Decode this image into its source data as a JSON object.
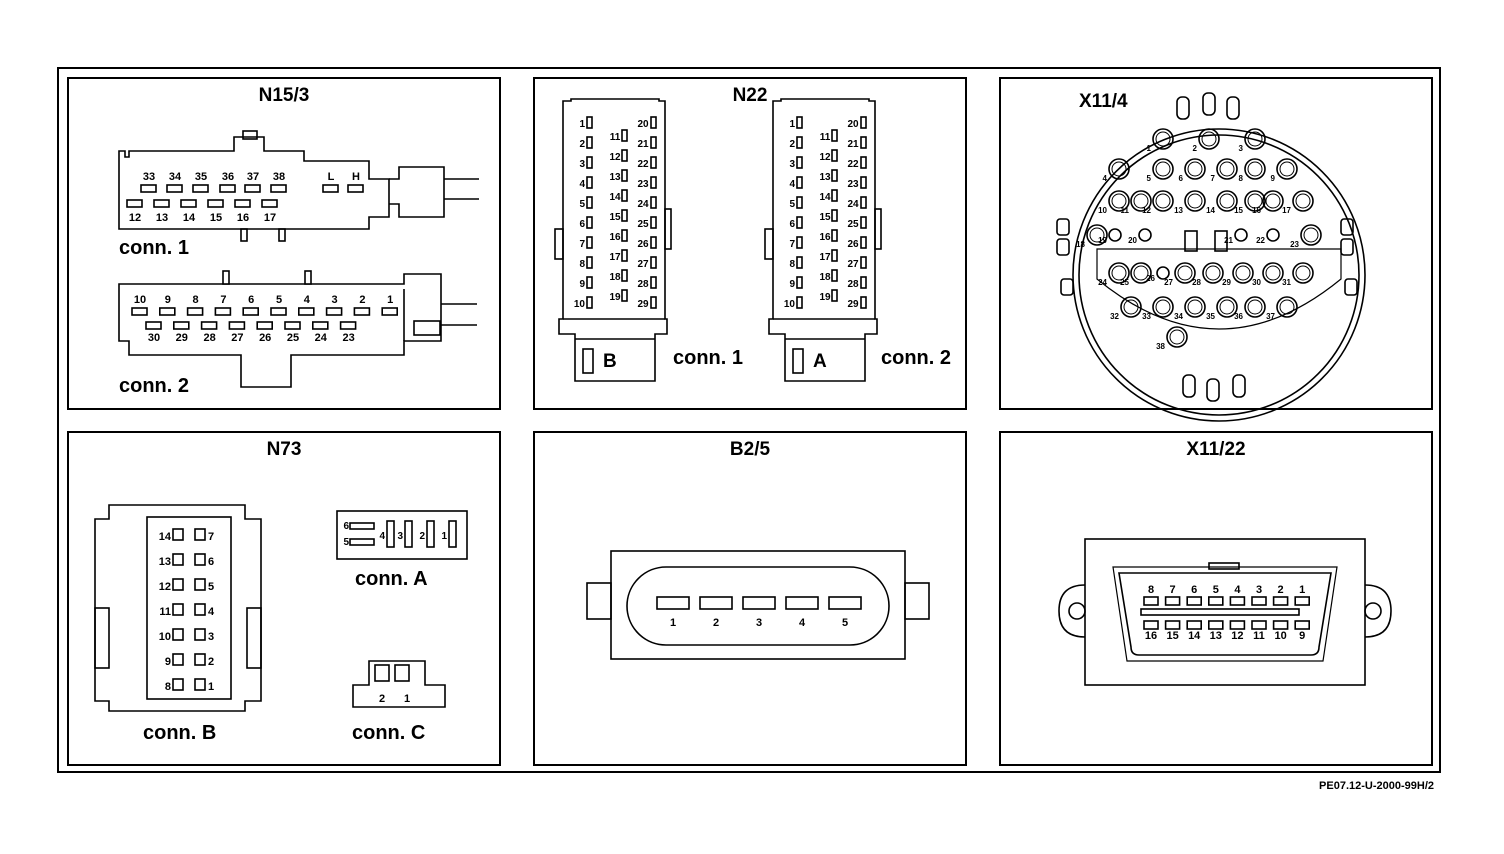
{
  "document_code": "PE07.12-U-2000-99H/2",
  "panels": {
    "n15_3": {
      "title": "N15/3",
      "conn1_label": "conn. 1",
      "conn2_label": "conn. 2",
      "conn1_top_pins": [
        "33",
        "34",
        "35",
        "36",
        "37",
        "38",
        "L",
        "H"
      ],
      "conn1_bottom_pins": [
        "12",
        "13",
        "14",
        "15",
        "16",
        "17"
      ],
      "conn2_top_pins": [
        "10",
        "9",
        "8",
        "7",
        "6",
        "5",
        "4",
        "3",
        "2",
        "1"
      ],
      "conn2_bottom_pins": [
        "30",
        "29",
        "28",
        "27",
        "26",
        "25",
        "24",
        "23"
      ]
    },
    "n22": {
      "title": "N22",
      "conn1_label": "conn. 1",
      "conn2_label": "conn. 2",
      "conn1_key": "B",
      "conn2_key": "A",
      "col1": [
        "1",
        "2",
        "3",
        "4",
        "5",
        "6",
        "7",
        "8",
        "9",
        "10"
      ],
      "col2": [
        "11",
        "12",
        "13",
        "14",
        "15",
        "16",
        "17",
        "18",
        "19"
      ],
      "col3": [
        "20",
        "21",
        "22",
        "23",
        "24",
        "25",
        "26",
        "27",
        "28",
        "29"
      ]
    },
    "x11_4": {
      "title": "X11/4",
      "pins": [
        "1",
        "2",
        "3",
        "4",
        "5",
        "6",
        "7",
        "8",
        "9",
        "10",
        "11",
        "12",
        "13",
        "14",
        "15",
        "16",
        "17",
        "18",
        "19",
        "20",
        "21",
        "22",
        "23",
        "24",
        "25",
        "26",
        "27",
        "28",
        "29",
        "30",
        "31",
        "32",
        "33",
        "34",
        "35",
        "36",
        "37",
        "38"
      ]
    },
    "n73": {
      "title": "N73",
      "connB_label": "conn. B",
      "connA_label": "conn. A",
      "connC_label": "conn. C",
      "connB_left": [
        "14",
        "13",
        "12",
        "11",
        "10",
        "9",
        "8"
      ],
      "connB_right": [
        "7",
        "6",
        "5",
        "4",
        "3",
        "2",
        "1"
      ],
      "connA_pins": [
        "6",
        "5",
        "4",
        "3",
        "2",
        "1"
      ],
      "connC_pins": [
        "2",
        "1"
      ]
    },
    "b2_5": {
      "title": "B2/5",
      "pins": [
        "1",
        "2",
        "3",
        "4",
        "5"
      ]
    },
    "x11_22": {
      "title": "X11/22",
      "top_pins": [
        "8",
        "7",
        "6",
        "5",
        "4",
        "3",
        "2",
        "1"
      ],
      "bottom_pins": [
        "16",
        "15",
        "14",
        "13",
        "12",
        "11",
        "10",
        "9"
      ]
    }
  }
}
